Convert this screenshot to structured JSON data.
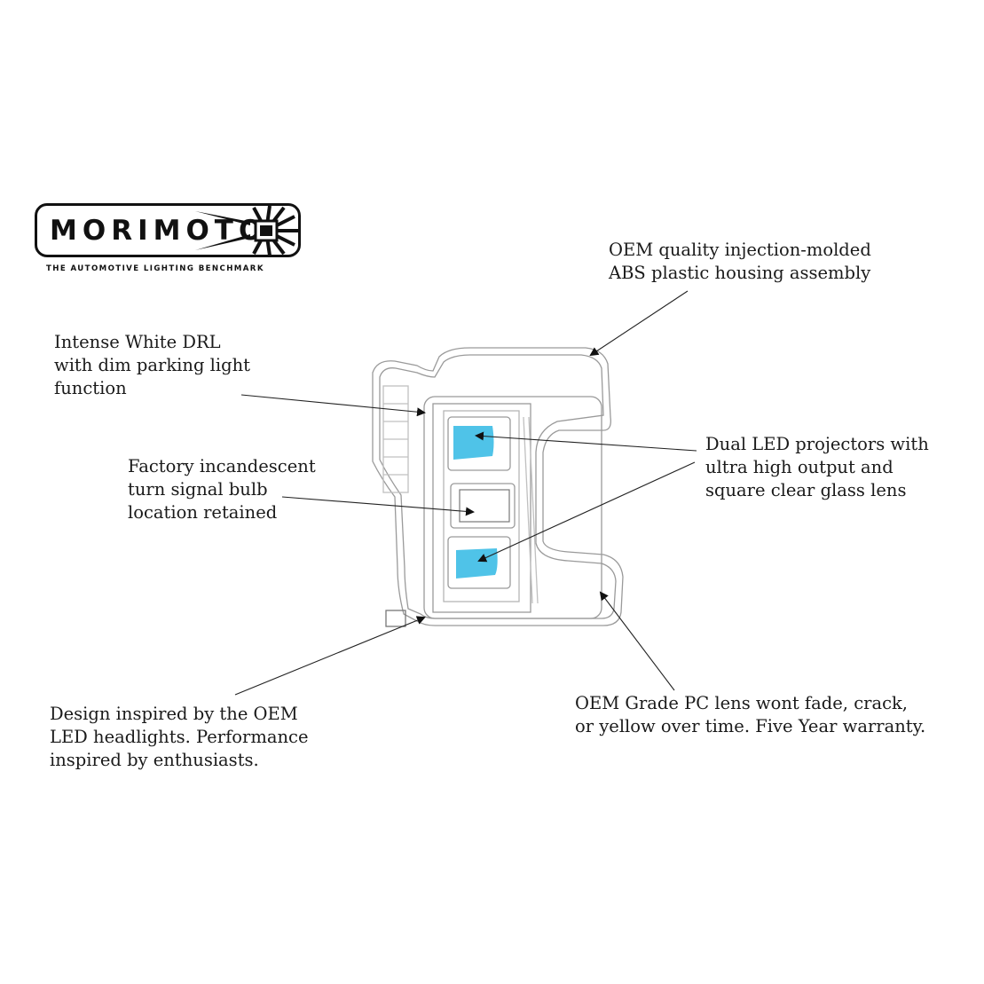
{
  "logo": {
    "brand": "MORIMOTO",
    "tagline": "THE AUTOMOTIVE LIGHTING BENCHMARK"
  },
  "callouts": {
    "housing": [
      "OEM quality injection-molded",
      "ABS plastic housing assembly"
    ],
    "drl": [
      "Intense White DRL",
      "with dim parking light",
      "function"
    ],
    "turn_signal": [
      "Factory incandescent",
      "turn signal bulb",
      "location retained"
    ],
    "projectors": [
      "Dual LED projectors with",
      "ultra high output and",
      "square clear glass lens"
    ],
    "design": [
      "Design inspired by the OEM",
      "LED headlights. Performance",
      "inspired by enthusiasts."
    ],
    "lens": [
      "OEM Grade PC lens wont fade, crack,",
      "or yellow over time. Five Year warranty."
    ]
  },
  "colors": {
    "projector_lens": "#4fc3e8",
    "line": "#222222",
    "outline": "#9a9a9a"
  }
}
